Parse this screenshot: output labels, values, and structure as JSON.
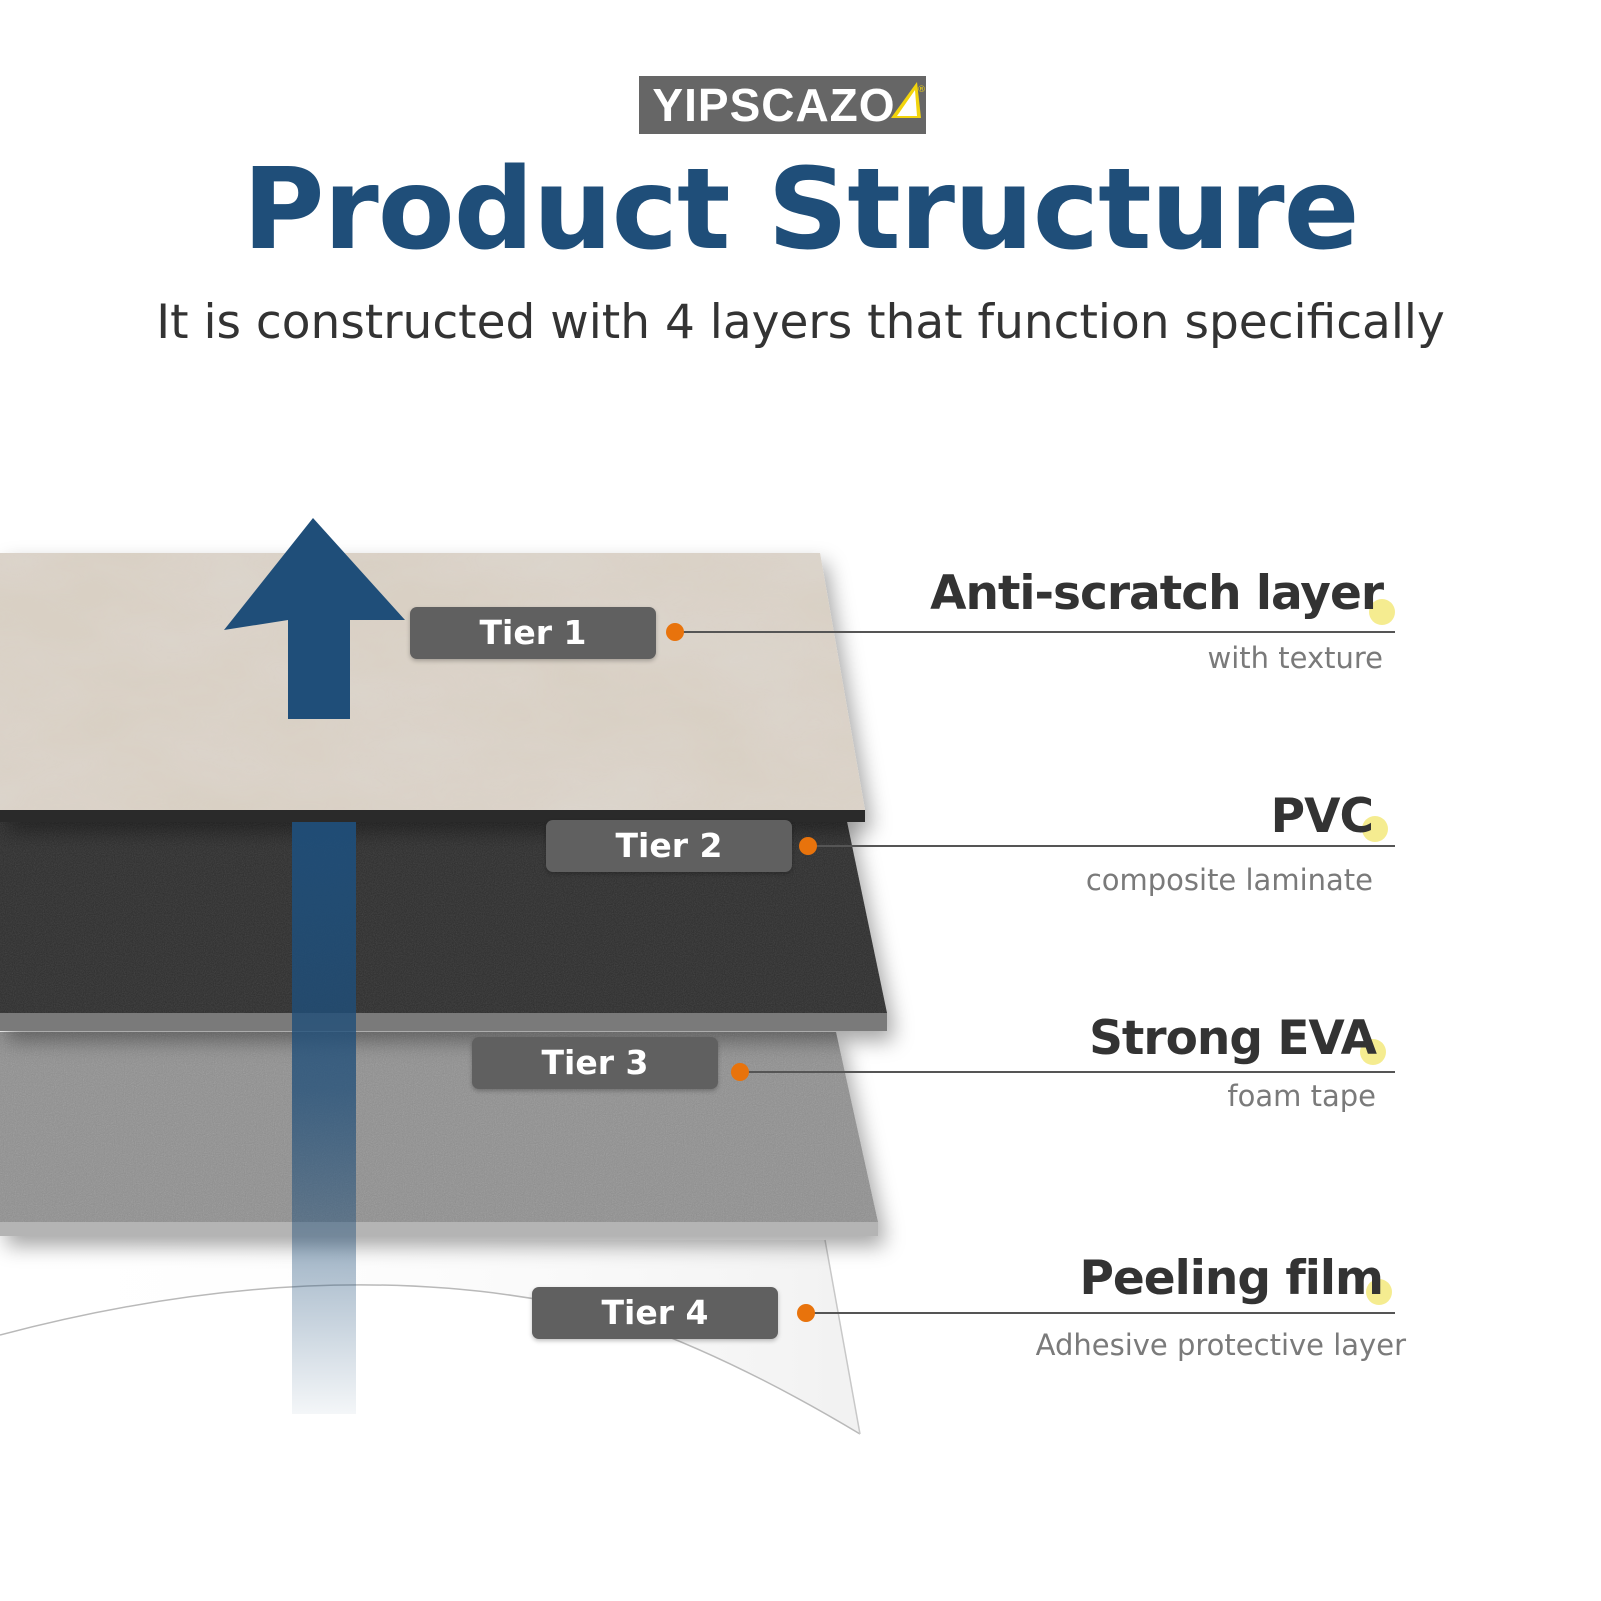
{
  "brand": {
    "name": "YIPSCAZO",
    "registered_mark": "®",
    "logo_bg": "#666666",
    "accent": "#f2d40c"
  },
  "header": {
    "title": "Product Structure",
    "title_color": "#1f4e79",
    "subtitle": "It is constructed with 4 layers that function specifically"
  },
  "layers": [
    {
      "tier": "Tier 1",
      "name": "Anti-scratch layer",
      "description": "with texture",
      "material": "marble-texture"
    },
    {
      "tier": "Tier 2",
      "name": "PVC",
      "description": "composite laminate",
      "material": "black-textured"
    },
    {
      "tier": "Tier 3",
      "name": "Strong EVA",
      "description": "foam tape",
      "material": "gray-foam"
    },
    {
      "tier": "Tier 4",
      "name": "Peeling film",
      "description": "Adhesive protective layer",
      "material": "clear-film"
    }
  ],
  "colors": {
    "arrow": "#1f4e79",
    "pill": "#606060",
    "dot": "#e8730c",
    "highlight": "#f2e56b",
    "leader_line": "#555555"
  },
  "icons": {
    "arrow": "up-arrow-icon",
    "dot": "orange-dot-icon",
    "highlight": "yellow-highlight-circle"
  }
}
